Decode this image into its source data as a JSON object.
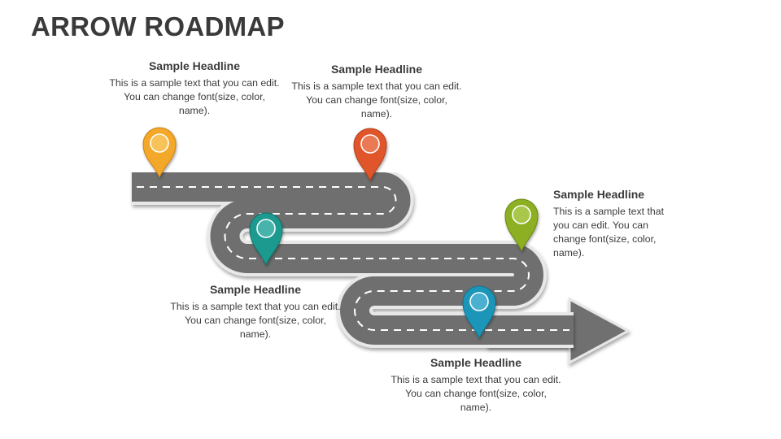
{
  "title": "ARROW ROADMAP",
  "colors": {
    "road": "#6f6f6f",
    "road_edge": "#4a4a4a",
    "lane_marking": "#ffffff",
    "pin_1": "#f4a82a",
    "pin_2": "#e0572c",
    "pin_3": "#1b9a90",
    "pin_4": "#8cb021",
    "pin_5": "#1f96b8"
  },
  "milestones": [
    {
      "headline": "Sample Headline",
      "text": "This is a sample text that you can edit. You can change font(size, color, name)."
    },
    {
      "headline": "Sample Headline",
      "text": "This is a sample text that you can edit. You can change font(size, color, name)."
    },
    {
      "headline": "Sample Headline",
      "text": "This is a sample text that you can edit. You can change font(size, color, name)."
    },
    {
      "headline": "Sample Headline",
      "text": "This is a sample text that you can edit. You can change font(size, color, name)."
    },
    {
      "headline": "Sample Headline",
      "text": "This is a sample text that you can edit. You can change font(size, color, name)."
    }
  ]
}
